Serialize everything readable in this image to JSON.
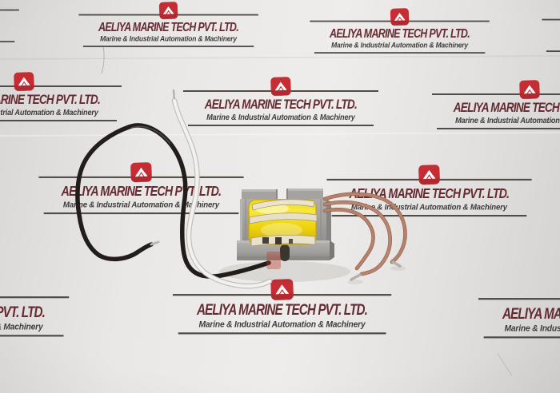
{
  "brand": {
    "title": "AELIYA MARINE TECH PVT. LTD.",
    "subtitle": "Marine & Industrial Automation & Machinery",
    "logo_icon": "red-rounded-square-white-mountain-chevron",
    "title_color": "#5e2129",
    "subtitle_color": "#35322f",
    "logo_color": "#c4242b"
  },
  "scene": {
    "subject": "Small E-I laminated core transformer with yellow tape-wrapped winding",
    "background": "light gray paper tiled with repeating brand watermarks",
    "core": "gray laminated steel core with bottom mounting flange and dark center slot",
    "winding": "glossy yellow tape-wrapped coil secured by cream metal straps",
    "wires": [
      {
        "color": "black",
        "description": "long black lead looping to the left, stripped tip"
      },
      {
        "color": "white",
        "description": "white lead curving from upper left down under the core, cut end pointing up"
      },
      {
        "color": "brown",
        "description": "three brown leads fanning to the right with tinned tips"
      }
    ],
    "palette": {
      "paper": "#e7e5e3",
      "core_gray": "#a19f9c",
      "winding_yellow": "#f0d614",
      "strap_cream": "#e9e2c8",
      "wire_black": "#221d1a",
      "wire_white": "#f3f1ed",
      "wire_brown": "#b5816b"
    }
  }
}
